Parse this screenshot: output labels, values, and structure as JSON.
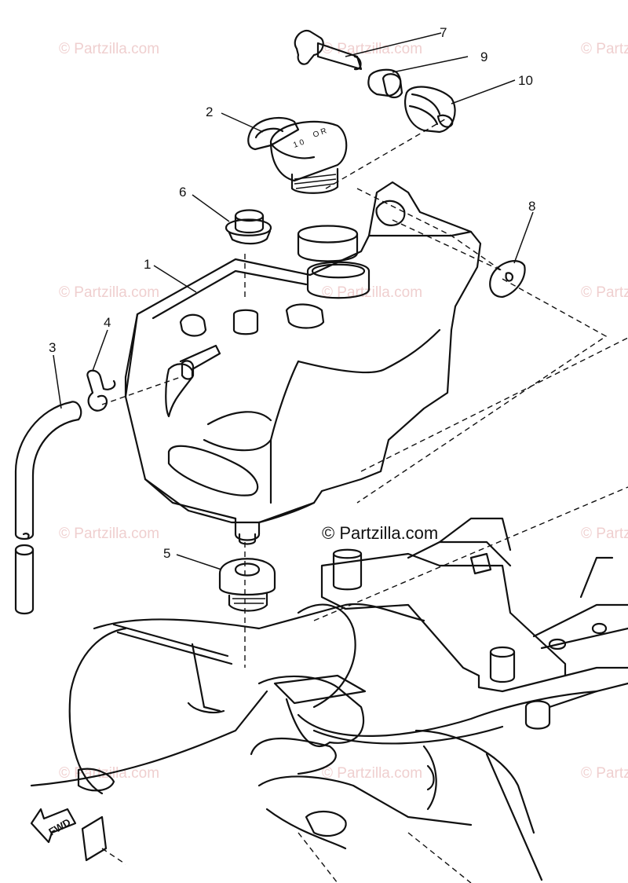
{
  "diagram": {
    "brand_label": "© Partzilla.com",
    "watermark_text": "© Partzilla.com",
    "direction_label": "FWD",
    "callouts": {
      "c1": "1",
      "c2": "2",
      "c3": "3",
      "c4": "4",
      "c5": "5",
      "c6": "6",
      "c7": "7",
      "c8": "8",
      "c9": "9",
      "c10": "10"
    }
  }
}
